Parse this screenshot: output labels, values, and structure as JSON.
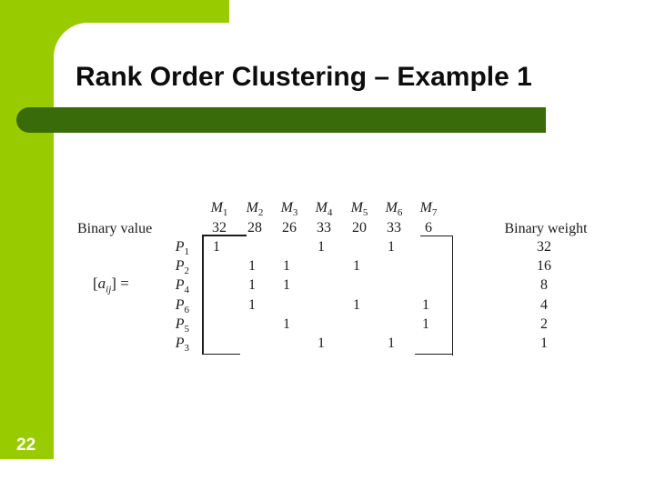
{
  "slide": {
    "title": "Rank Order Clustering – Example 1",
    "page_number": "22"
  },
  "colors": {
    "lime": "#99CC00",
    "accent_bar": "#396B0A",
    "title_text": "#0D0D0D",
    "matrix_text": "#1B1B1B"
  },
  "matrix": {
    "top_left_label": "Binary value",
    "right_label": "Binary weight",
    "aij": {
      "open": "[",
      "var": "a",
      "sub": "ij",
      "close": "] ="
    },
    "machines": [
      {
        "base": "M",
        "sub": "1"
      },
      {
        "base": "M",
        "sub": "2"
      },
      {
        "base": "M",
        "sub": "3"
      },
      {
        "base": "M",
        "sub": "4"
      },
      {
        "base": "M",
        "sub": "5"
      },
      {
        "base": "M",
        "sub": "6"
      },
      {
        "base": "M",
        "sub": "7"
      }
    ],
    "binary_values": [
      "32",
      "28",
      "26",
      "33",
      "20",
      "33",
      "6"
    ],
    "one_glyph": "1",
    "rows": [
      {
        "part": {
          "base": "P",
          "sub": "1"
        },
        "cells": [
          1,
          0,
          0,
          1,
          0,
          1,
          0
        ],
        "weight": "32"
      },
      {
        "part": {
          "base": "P",
          "sub": "2"
        },
        "cells": [
          0,
          1,
          1,
          0,
          1,
          0,
          0
        ],
        "weight": "16"
      },
      {
        "part": {
          "base": "P",
          "sub": "4"
        },
        "cells": [
          0,
          1,
          1,
          0,
          0,
          0,
          0
        ],
        "weight": "8"
      },
      {
        "part": {
          "base": "P",
          "sub": "6"
        },
        "cells": [
          0,
          1,
          0,
          0,
          1,
          0,
          1
        ],
        "weight": "4"
      },
      {
        "part": {
          "base": "P",
          "sub": "5"
        },
        "cells": [
          0,
          0,
          1,
          0,
          0,
          0,
          1
        ],
        "weight": "2"
      },
      {
        "part": {
          "base": "P",
          "sub": "3"
        },
        "cells": [
          0,
          0,
          0,
          1,
          0,
          1,
          0
        ],
        "weight": "1"
      }
    ]
  }
}
